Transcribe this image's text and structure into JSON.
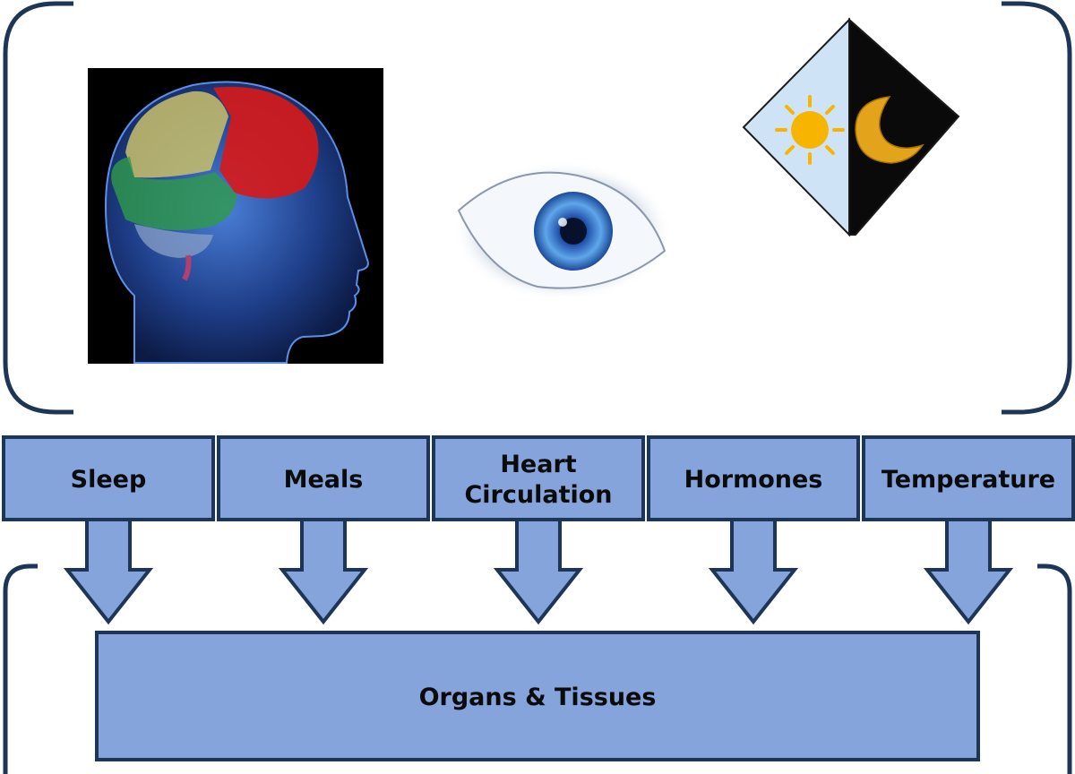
{
  "factors": [
    {
      "lines": [
        "Sleep"
      ]
    },
    {
      "lines": [
        "Meals"
      ]
    },
    {
      "lines": [
        "Heart",
        "Circulation"
      ]
    },
    {
      "lines": [
        "Hormones"
      ]
    },
    {
      "lines": [
        "Temperature"
      ]
    }
  ],
  "target": {
    "label": "Organs & Tissues"
  },
  "icons": {
    "brain": "brain-head-icon",
    "eye": "eye-icon",
    "day_night": "sun-moon-icon"
  },
  "colors": {
    "box_fill": "#86a4dc",
    "box_stroke": "#1d3557",
    "bracket": "#1d3557",
    "sun": "#f7b500",
    "moon": "#e3a31a",
    "day_bg": "#cfe3f6",
    "night_bg": "#0a0a0a"
  }
}
